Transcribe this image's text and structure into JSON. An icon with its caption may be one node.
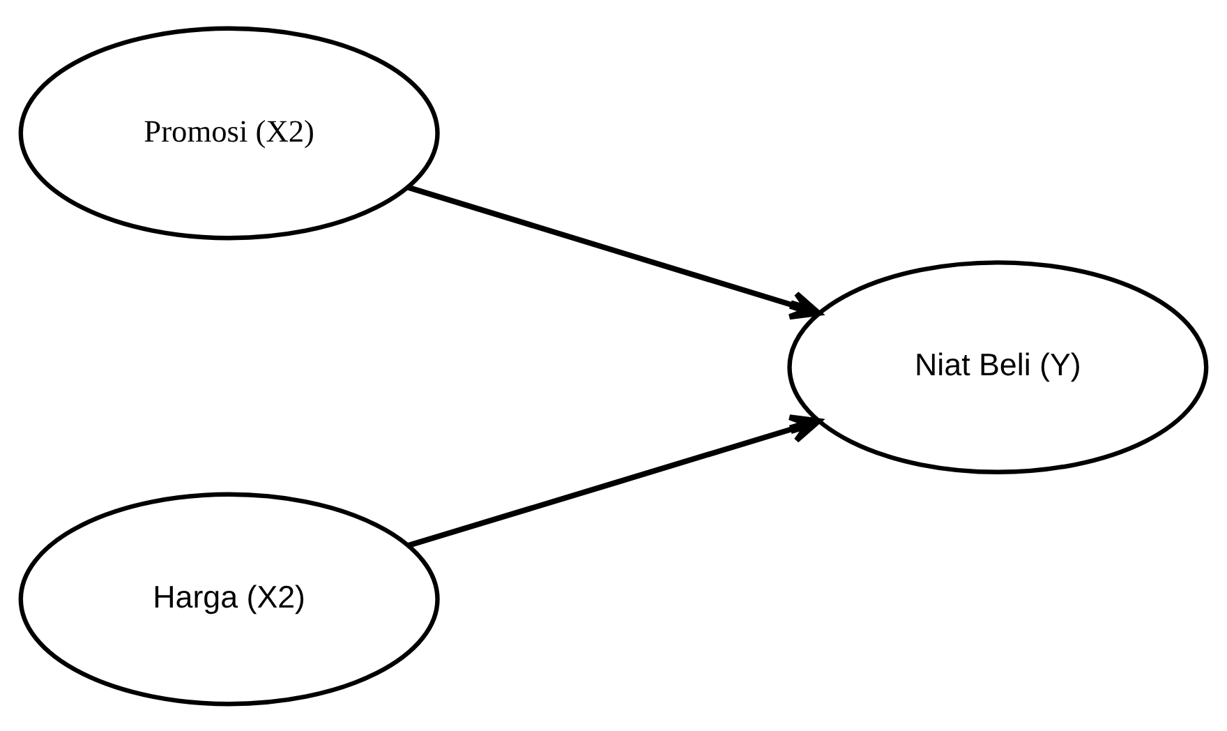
{
  "diagram": {
    "nodes": [
      {
        "text": [
          "Promosi (X2)"
        ]
      },
      {
        "text": [
          "Harga (X2)"
        ]
      },
      {
        "text": [
          "Niat Beli (Y)"
        ]
      }
    ],
    "edges": [
      {
        "from": 0,
        "to": 2,
        "arrow": "to"
      },
      {
        "from": 1,
        "to": 2,
        "arrow": "to"
      }
    ]
  }
}
